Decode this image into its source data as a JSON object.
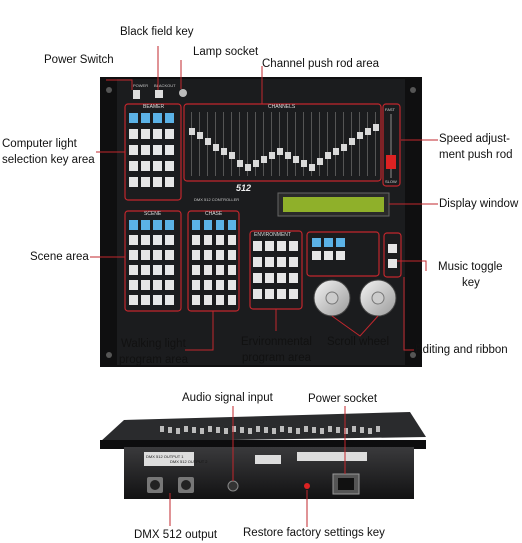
{
  "labels": {
    "black_field_key": "Black field key",
    "lamp_socket": "Lamp socket",
    "power_switch": "Power Switch",
    "channel_push_rod_area": "Channel push rod area",
    "computer_light_selection_1": "Computer light",
    "computer_light_selection_2": "selection key area",
    "speed_adjust_1": "Speed adjust-",
    "speed_adjust_2": "ment push rod",
    "display_window": "Display window",
    "scene_area": "Scene area",
    "music_toggle_1": "Music toggle",
    "music_toggle_2": "key",
    "walking_light_1": "Walking light",
    "walking_light_2": "program area",
    "environmental_1": "Ervironmental",
    "environmental_2": "program area",
    "scroll_wheel": "Scroll wheel",
    "editing_ribbon": "Editing and ribbon",
    "audio_signal_input": "Audio signal input",
    "power_socket": "Power socket",
    "dmx_output": "DMX 512 output",
    "restore_factory": "Restore factory settings key"
  },
  "panel": {
    "model": "512",
    "display_subtitle": "DMX 512 CONTROLLER",
    "beamer_title": "BEAMER",
    "scene_title": "SCENE",
    "chase_title": "CHASE",
    "environment_title": "ENVIRONMENT",
    "channels_title": "CHANNELS",
    "power_caption": "POWER",
    "blackout_caption": "BLACKOUT",
    "fast": "FAST",
    "slow": "SLOW"
  },
  "rear": {
    "dmx_out1": "DMX 512 OUTPUT 1",
    "dmx_out2": "DMX 512 OUTPUT 2"
  },
  "colors": {
    "panel": "#1b1c1e",
    "bracket": "#0f0f10",
    "button_white": "#e6e6e6",
    "button_blue": "#5bb2e6",
    "lcd": "#8fb02a",
    "callout_red": "#c1272d"
  }
}
